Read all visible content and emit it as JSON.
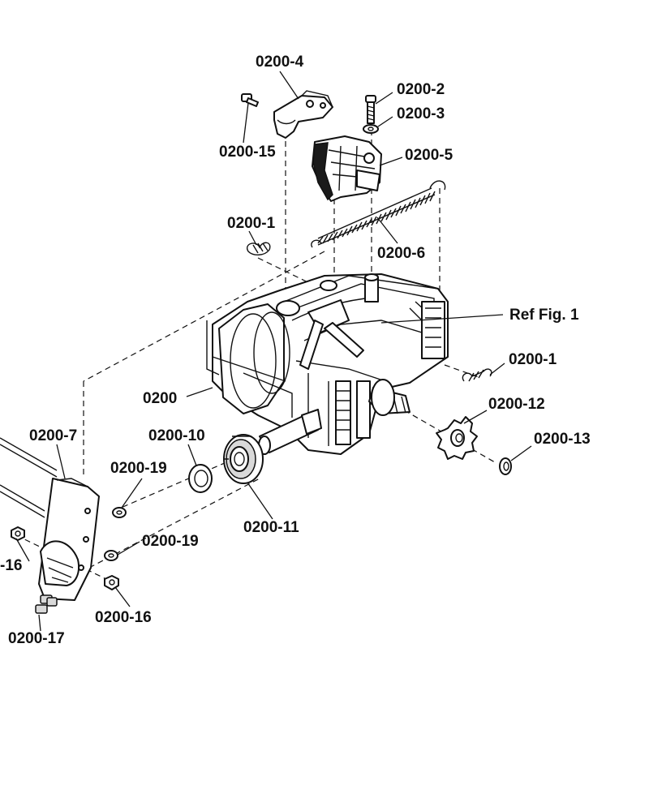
{
  "labels": {
    "c4": "0200-4",
    "c2": "0200-2",
    "c3": "0200-3",
    "c15": "0200-15",
    "c5": "0200-5",
    "c1a": "0200-1",
    "c6": "0200-6",
    "ref": "Ref Fig. 1",
    "c1b": "0200-1",
    "c12": "0200-12",
    "c0": "0200",
    "c13": "0200-13",
    "c7": "0200-7",
    "c10": "0200-10",
    "c19a": "0200-19",
    "c11": "0200-11",
    "c19b": "0200-19",
    "c16a": "-16",
    "c16b": "0200-16",
    "c17": "0200-17"
  }
}
